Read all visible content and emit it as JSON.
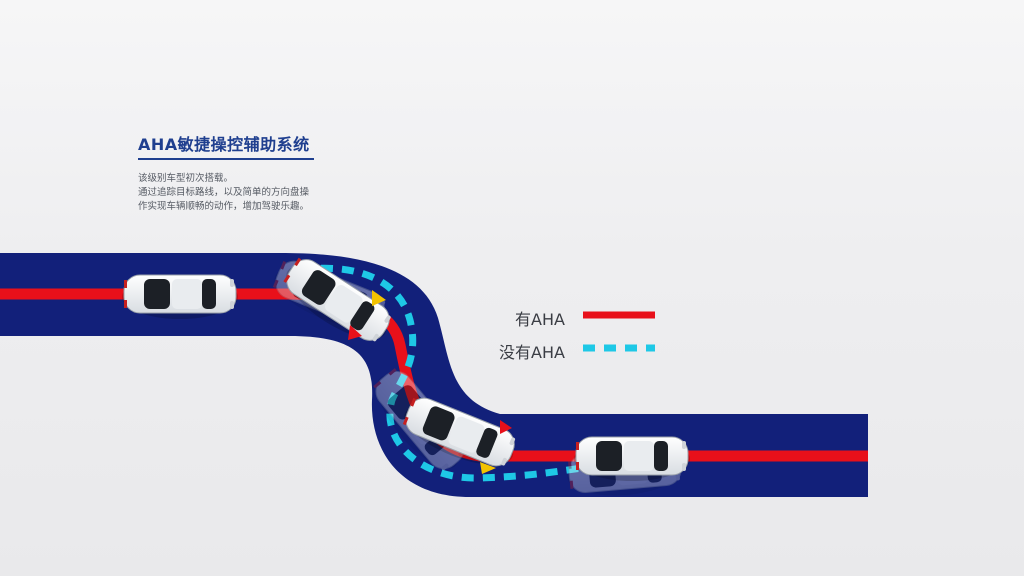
{
  "title": "AHA敏捷操控辅助系统",
  "description": [
    "该级别车型初次搭载。",
    "通过追踪目标路线，以及简单的方向盘操",
    "作实现车辆顺畅的动作，增加驾驶乐趣。"
  ],
  "legend": {
    "with_aha": "有AHA",
    "without_aha": "没有AHA"
  },
  "colors": {
    "road": "#12207a",
    "with_aha_line": "#e8101a",
    "without_aha_line": "#1ec8e6",
    "title": "#1f3f8f"
  },
  "icons": [
    "car-icon",
    "steering-arrow-icon"
  ]
}
